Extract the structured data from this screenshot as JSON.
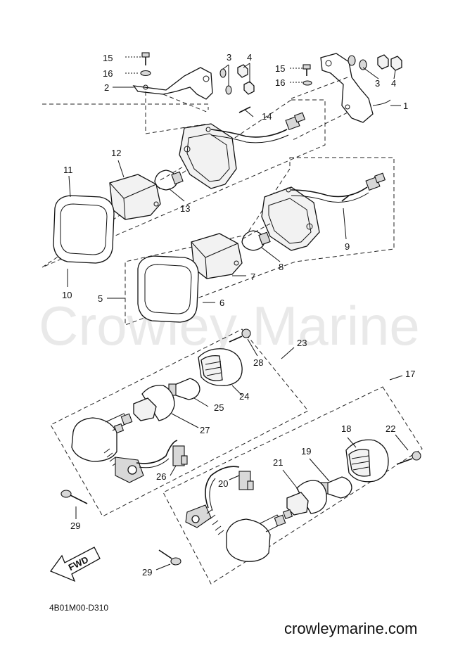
{
  "watermark": "Crowley Marine",
  "diagram_code": "4B01M00-D310",
  "website": "crowleymarine.com",
  "direction_label": "FWD",
  "callouts": {
    "c15a": "15",
    "c16a": "16",
    "c2": "2",
    "c3a": "3",
    "c4a": "4",
    "c15b": "15",
    "c16b": "16",
    "c3b": "3",
    "c4b": "4",
    "c1": "1",
    "c14": "14",
    "c12": "12",
    "c11": "11",
    "c13": "13",
    "c10": "10",
    "c9": "9",
    "c8": "8",
    "c7": "7",
    "c6": "6",
    "c5": "5",
    "c23": "23",
    "c28": "28",
    "c24": "24",
    "c25": "25",
    "c27": "27",
    "c26": "26",
    "c17": "17",
    "c18": "18",
    "c22": "22",
    "c19": "19",
    "c21": "21",
    "c20": "20",
    "c29a": "29",
    "c29b": "29"
  }
}
